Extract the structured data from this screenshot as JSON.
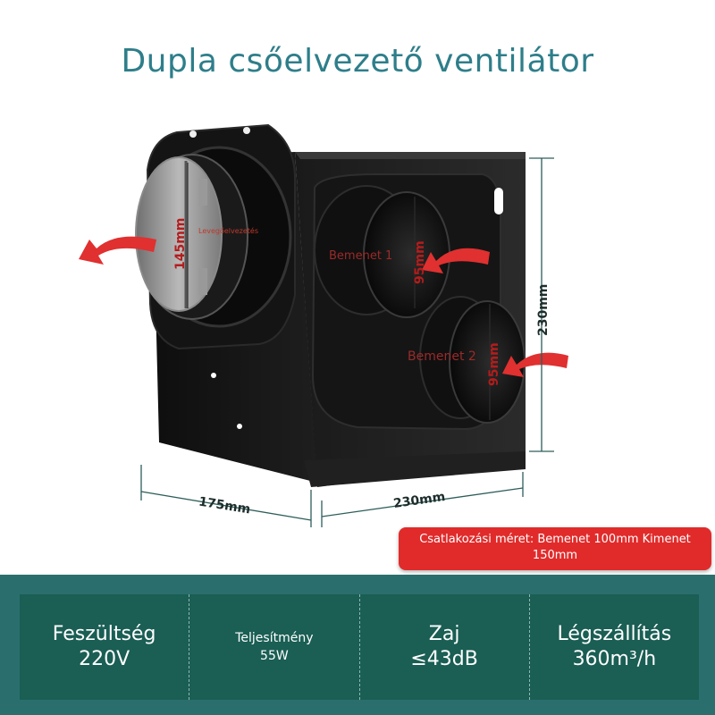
{
  "title": "Dupla csőelvezető ventilátor",
  "callouts": {
    "outlet_label": "Levegőelvezetés",
    "inlet1_label": "Bemenet 1",
    "inlet2_label": "Bemenet 2"
  },
  "dimensions": {
    "outlet_diameter": "145mm",
    "inlet1_diameter": "95mm",
    "inlet2_diameter": "95mm",
    "height": "230mm",
    "depth": "175mm",
    "width": "230mm"
  },
  "connection_note": "Csatlakozási méret: Bemenet 100mm Kimenet 150mm",
  "specs": [
    {
      "label": "Feszültség",
      "value": "220V"
    },
    {
      "label": "Teljesítmény",
      "value": "55W"
    },
    {
      "label": "Zaj",
      "value": "≤43dB"
    },
    {
      "label": "Légszállítás",
      "value": "360m³/h"
    }
  ],
  "colors": {
    "title": "#2e7e8a",
    "badge": "#e12b2b",
    "spec_bar": "#2a6f6d",
    "spec_panel": "#1a5e54",
    "arrow": "#e03030"
  }
}
